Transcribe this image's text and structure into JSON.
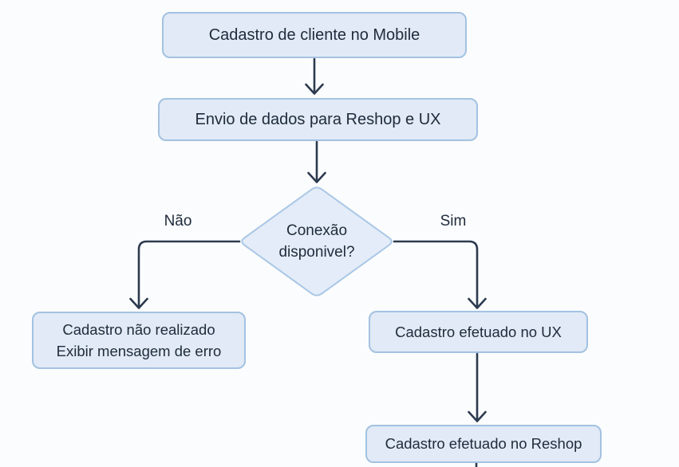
{
  "diagram": {
    "nodes": {
      "start": {
        "label": "Cadastro de cliente no Mobile"
      },
      "send": {
        "label": "Envio de dados para Reshop e UX"
      },
      "decision": {
        "line1": "Conexão",
        "line2": "disponivel?"
      },
      "error": {
        "line1": "Cadastro não realizado",
        "line2": "Exibir mensagem de erro"
      },
      "ux": {
        "label": "Cadastro efetuado no UX"
      },
      "reshop": {
        "label": "Cadastro efetuado no Reshop"
      }
    },
    "edges": {
      "no": {
        "label": "Não"
      },
      "yes": {
        "label": "Sim"
      }
    },
    "colors": {
      "node_fill": "#e1eaf6",
      "node_border": "#a3c2e2",
      "diamond_fill": "#e3ecf8",
      "diamond_border": "#aac7e6",
      "text": "#202c3d",
      "line": "#2c3a4f",
      "background": "#fbfcfd"
    }
  }
}
